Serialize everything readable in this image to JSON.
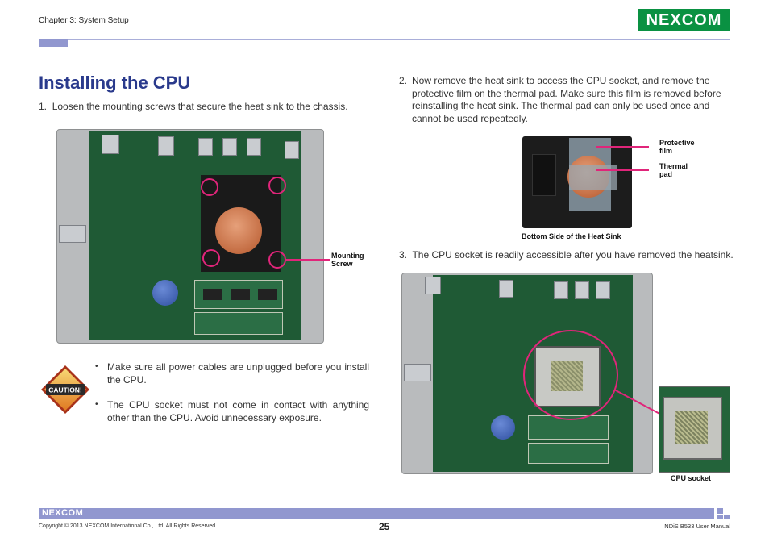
{
  "header": {
    "chapter": "Chapter 3: System Setup",
    "logo_text": "NEXCOM",
    "brand_color": "#0a9142",
    "accent_color": "#9197cf"
  },
  "title": "Installing the CPU",
  "step1": {
    "number": "1.",
    "text": "Loosen the mounting screws that secure the heat sink to the chassis."
  },
  "figure1": {
    "callout": [
      "Mounting",
      "Screw"
    ]
  },
  "caution": {
    "icon": "caution-icon",
    "label": "CAUTION!",
    "bullets": [
      "Make sure all power cables are unplugged before you install the CPU.",
      "The CPU socket must not come in contact with anything other than the CPU. Avoid unnecessary exposure."
    ]
  },
  "step2": {
    "number": "2.",
    "text": "Now remove the heat sink to access the CPU socket, and remove the protective film on the thermal pad. Make sure this film is removed before reinstalling the heat sink. The thermal pad can only be used once and cannot be used repeatedly."
  },
  "figure2": {
    "callout_film": [
      "Protective",
      "film"
    ],
    "callout_pad": [
      "Thermal",
      "pad"
    ],
    "caption": "Bottom Side of the Heat Sink"
  },
  "step3": {
    "number": "3.",
    "text": "The CPU socket is readily accessible after you have removed the heatsink."
  },
  "figure3": {
    "caption": "CPU socket"
  },
  "footer": {
    "logo_text": "NEXCOM",
    "copyright": "Copyright © 2013 NEXCOM International Co., Ltd. All Rights Reserved.",
    "page_number": "25",
    "manual": "NDiS B533 User Manual"
  }
}
